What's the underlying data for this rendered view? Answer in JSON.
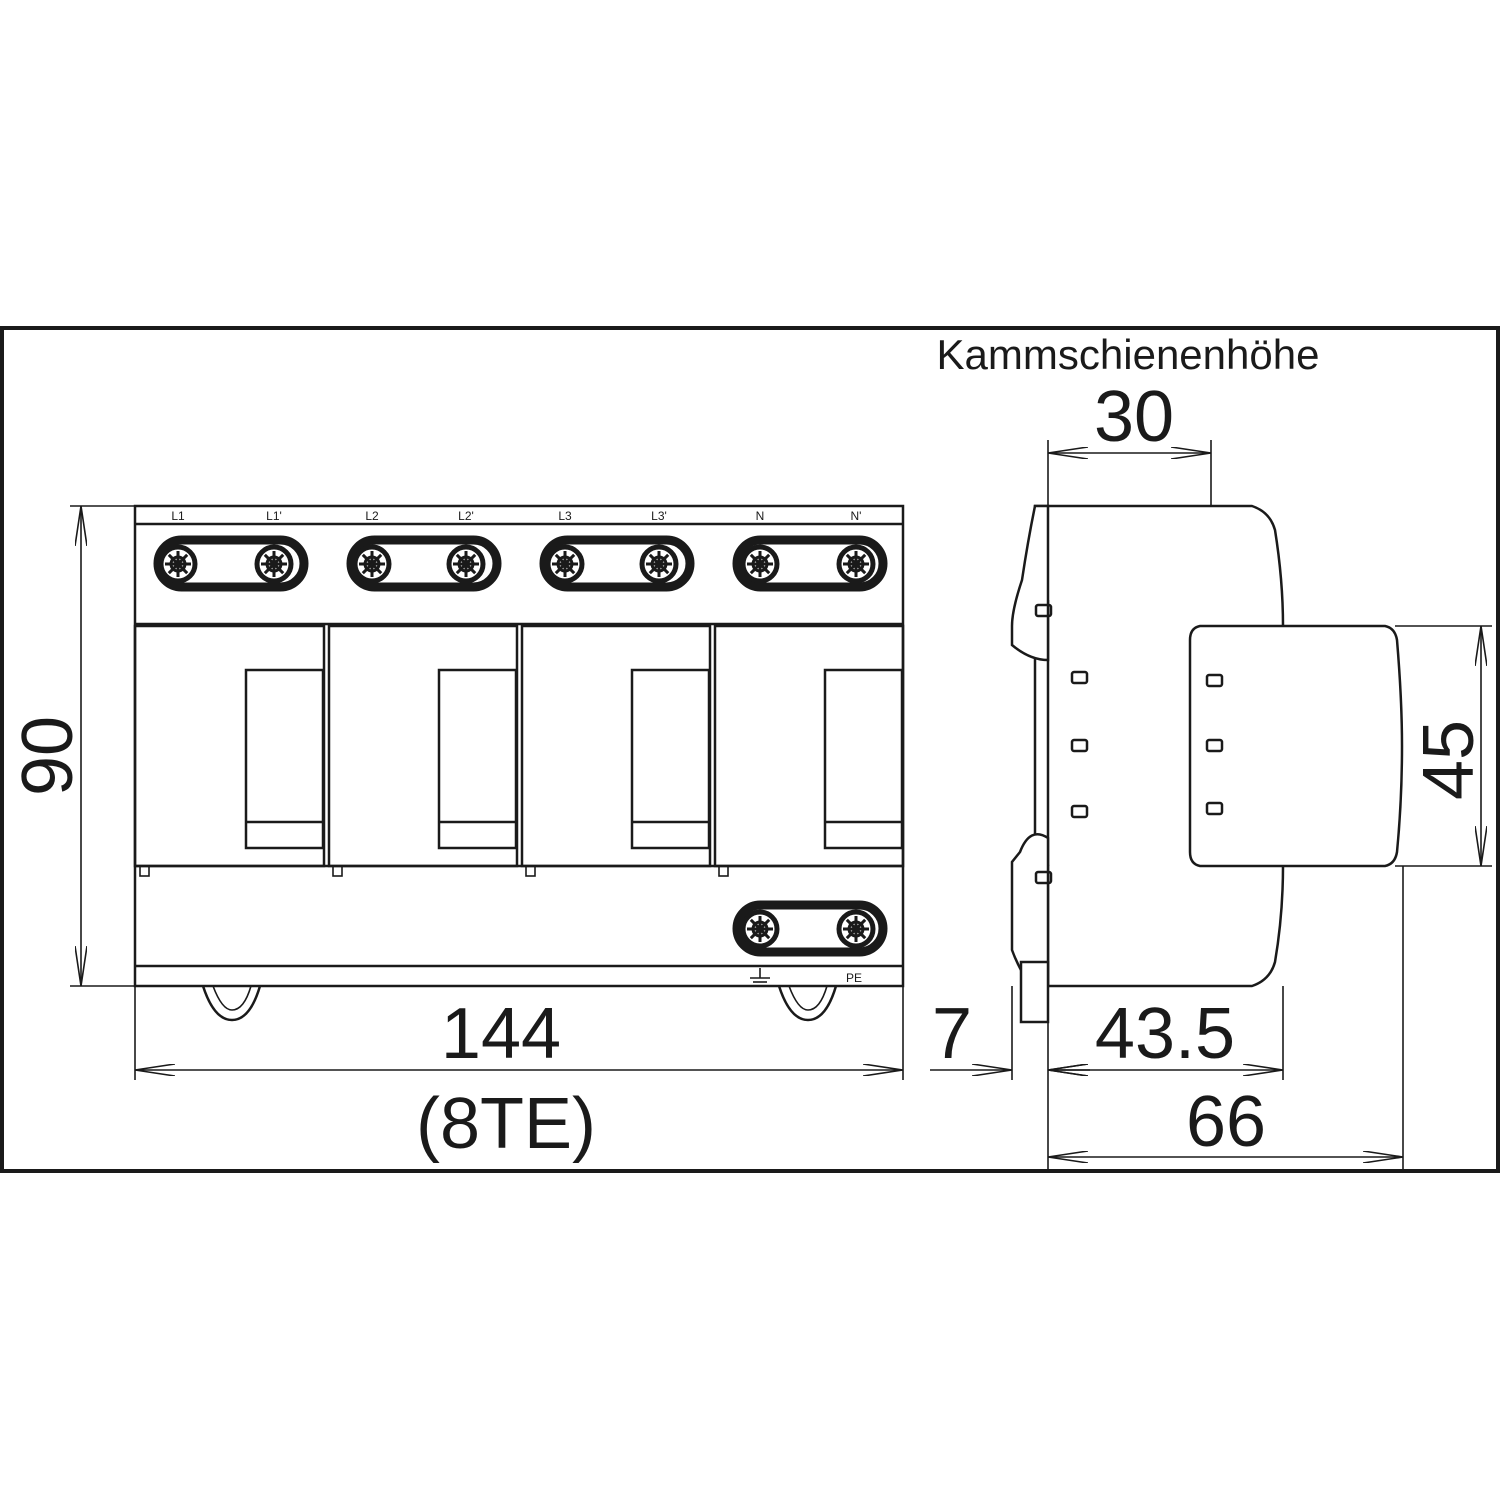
{
  "terminals_top": [
    "L1",
    "L1'",
    "L2",
    "L2'",
    "L3",
    "L3'",
    "N",
    "N'"
  ],
  "terminal_pe": "PE",
  "dimensions": {
    "height": "90",
    "width": "144",
    "width_units": "(8TE)",
    "busbar_label": "Kammschienenhöhe",
    "busbar_height": "30",
    "rail_offset": "7",
    "depth_to_shoulder": "43.5",
    "total_depth": "66",
    "front_height": "45"
  },
  "icons": {
    "ground": "ground-symbol-icon",
    "screw": "terminal-screw-icon"
  }
}
